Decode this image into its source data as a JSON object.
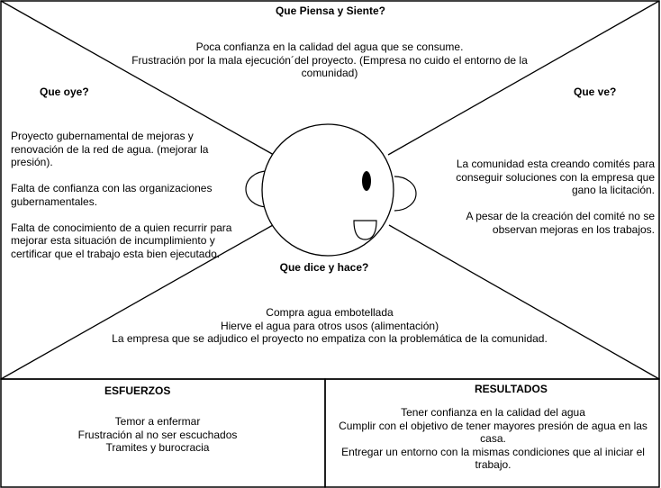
{
  "map": {
    "piensa_siente": {
      "heading": "Que Piensa y Siente?",
      "body": "Poca confianza en la calidad del agua que se consume.\nFrustración por la mala ejecución´del proyecto. (Empresa no cuido el entorno de la comunidad)"
    },
    "oye": {
      "heading": "Que oye?",
      "body": "Proyecto gubernamental de mejoras y renovación de la red de agua. (mejorar la presión).\n\nFalta de confianza con las organizaciones gubernamentales.\n\nFalta de conocimiento de a quien recurrir para mejorar esta situación de incumplimiento y certificar que el trabajo esta bien ejecutado."
    },
    "ve": {
      "heading": "Que ve?",
      "body": "La comunidad esta creando comités para conseguir soluciones con la empresa que gano la licitación.\n\nA pesar de la creación del comité no se observan mejoras en los trabajos."
    },
    "dice_hace": {
      "heading": "Que dice y hace?",
      "body": "Compra agua embotellada\nHierve el agua para otros usos (alimentación)\nLa empresa que se adjudico el proyecto no empatiza con la problemática de la comunidad."
    },
    "esfuerzos": {
      "heading": "ESFUERZOS",
      "body": "Temor a enfermar\nFrustración al no ser escuchados\nTramites y burocracia"
    },
    "resultados": {
      "heading": "RESULTADOS",
      "body": "Tener confianza en la calidad del agua\nCumplir con el objetivo de tener mayores presión de agua en las casa.\nEntregar un entorno con la mismas condiciones que al iniciar el trabajo."
    }
  }
}
